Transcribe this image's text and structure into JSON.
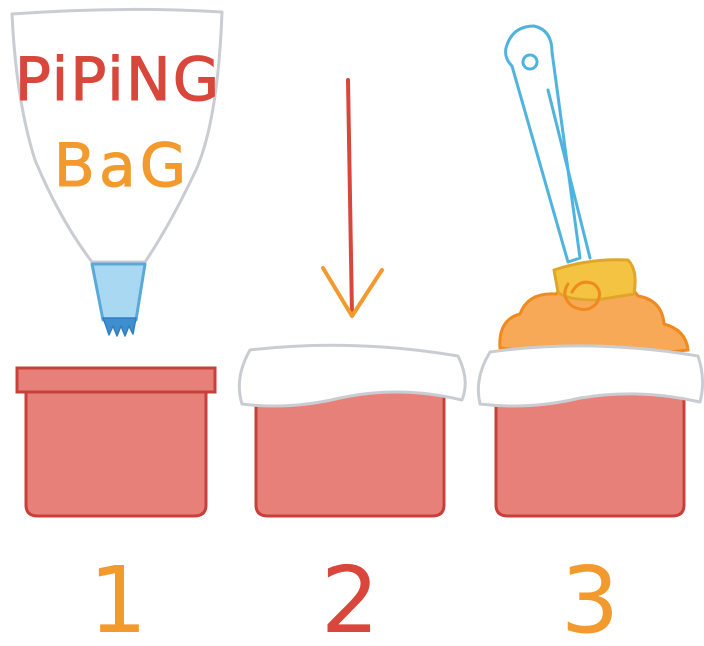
{
  "bag_label": {
    "line1": "PiPiNG",
    "line2": "BaG"
  },
  "steps": [
    {
      "number": "1"
    },
    {
      "number": "2"
    },
    {
      "number": "3"
    }
  ],
  "colors": {
    "cup_fill": "#e8807a",
    "cup_stroke": "#c8403a",
    "bag_stroke": "#c9cdd2",
    "nozzle_fill": "#a9d8f2",
    "nozzle_stroke": "#5aa9d8",
    "arrow_shaft": "#d9463c",
    "arrow_head": "#f29a2e",
    "spatula_handle": "#4fb3e0",
    "spatula_blade": "#f5c342",
    "frosting_fill": "#f7a957",
    "frosting_stroke": "#f08a1e",
    "label_red": "#d9463c",
    "label_orange": "#f29a2e",
    "number_orange": "#f29a2e",
    "number_red": "#d9463c"
  }
}
